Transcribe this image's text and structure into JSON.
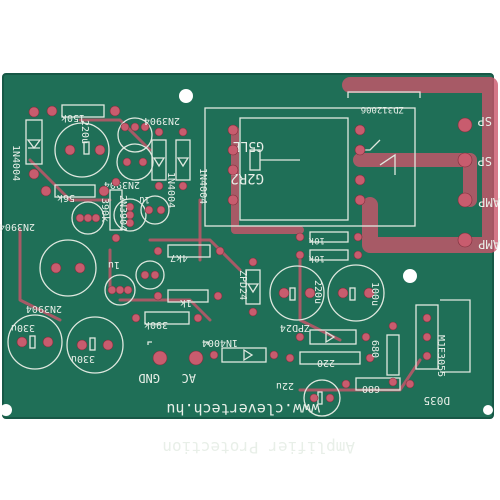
{
  "board": {
    "colors": {
      "soldermask": "#1f6f57",
      "trace": "#c9556a",
      "silkscreen": "#e3ebe3",
      "background": "#ffffff"
    },
    "title_line1": "Amplifier Protection",
    "title_line2": "www.clevertech.hu",
    "relay": {
      "part": "G5LE",
      "part2": "G2R2",
      "code": "ZD312006"
    },
    "connectors": {
      "sp1": "SP",
      "sp2": "SP",
      "amp1": "AMP",
      "amp2": "AMP",
      "ac": "AC",
      "gnd": "GND"
    },
    "transistors": {
      "q1": "2N3904",
      "q2": "2N3904",
      "q3": "2N3904",
      "q4": "2N3904",
      "q5": "2N3904",
      "q6": "MJE3055",
      "heatsink": "D035"
    },
    "diodes": {
      "d1": "1N4004",
      "d2": "1N4004",
      "d3": "1N4004",
      "d4": "1N4004",
      "z1": "ZPD24",
      "z2": "ZPD24"
    },
    "capacitors": {
      "c1": "220u",
      "c2": "1u",
      "c3": "1u",
      "c4": "330u",
      "c5": "330u",
      "c6": "220u",
      "c7": "100u",
      "c8": "22u"
    },
    "resistors": {
      "r1": "150k",
      "r2": "56k",
      "r3": "390k",
      "r4": "4k7",
      "r5": "1k",
      "r6": "390k",
      "r7": "10k",
      "r8": "10k",
      "r9": "220",
      "r10": "680",
      "r11": "680"
    }
  }
}
